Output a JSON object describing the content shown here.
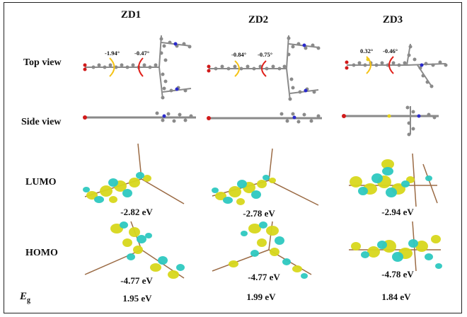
{
  "columns": [
    "ZD1",
    "ZD2",
    "ZD3"
  ],
  "rows": {
    "top_view": "Top view",
    "side_view": "Side view",
    "lumo": "LUMO",
    "homo": "HOMO"
  },
  "eg_symbol": "E",
  "eg_subscript": "g",
  "dihedrals": {
    "zd1": [
      "-1.94°",
      "-0.47°"
    ],
    "zd2": [
      "-0.84°",
      "-0.75°"
    ],
    "zd3": [
      "0.32°",
      "-0.46°"
    ]
  },
  "lumo_energies": [
    "-2.82 eV",
    "-2.78 eV",
    "-2.94 eV"
  ],
  "homo_energies": [
    "-4.77 eV",
    "-4.77 eV",
    "-4.78 eV"
  ],
  "band_gaps": [
    "1.95 eV",
    "1.99 eV",
    "1.84 eV"
  ],
  "colors": {
    "orbital_yellow": "#d8d81c",
    "orbital_cyan": "#2ec9c0",
    "carbon": "#8a8a8a",
    "oxygen": "#d11a1a",
    "nitrogen": "#2a2acc",
    "sulfur": "#e6d21a",
    "bond_brown": "#9b6b45",
    "arrow_yellow": "#f5c316",
    "arrow_red": "#e0201a"
  }
}
